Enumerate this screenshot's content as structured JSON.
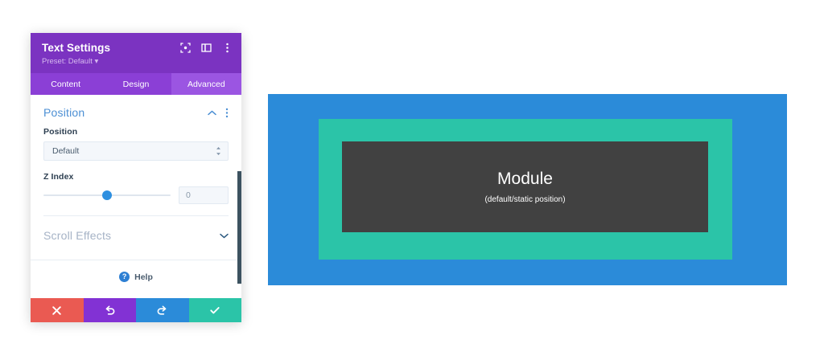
{
  "panel": {
    "title": "Text Settings",
    "preset": "Preset: Default ▾",
    "header_icons": [
      {
        "name": "fullscreen-icon"
      },
      {
        "name": "split-view-icon"
      },
      {
        "name": "kebab-menu-icon"
      }
    ],
    "tabs": [
      {
        "label": "Content",
        "active": false
      },
      {
        "label": "Design",
        "active": false
      },
      {
        "label": "Advanced",
        "active": true
      }
    ],
    "sections": {
      "position": {
        "title": "Position",
        "position_field": {
          "label": "Position",
          "value": "Default"
        },
        "z_index_field": {
          "label": "Z Index",
          "value": "0",
          "placeholder": "0",
          "slider_percent": 50
        }
      },
      "scroll_effects": {
        "title": "Scroll Effects"
      }
    },
    "help": {
      "icon": "?",
      "label": "Help"
    },
    "footer_buttons": [
      {
        "name": "cancel-button",
        "glyph": "✕",
        "color": "#ea5a52"
      },
      {
        "name": "undo-button",
        "glyph": "↺",
        "color": "#8232d4"
      },
      {
        "name": "redo-button",
        "glyph": "↻",
        "color": "#2b8bd9"
      },
      {
        "name": "save-button",
        "glyph": "✔",
        "color": "#2bc4a8"
      }
    ]
  },
  "preview": {
    "module_title": "Module",
    "module_subtitle": "(default/static position)",
    "colors": {
      "outer": "#2b8bd9",
      "middle": "#2bc4a8",
      "inner": "#414141"
    }
  }
}
